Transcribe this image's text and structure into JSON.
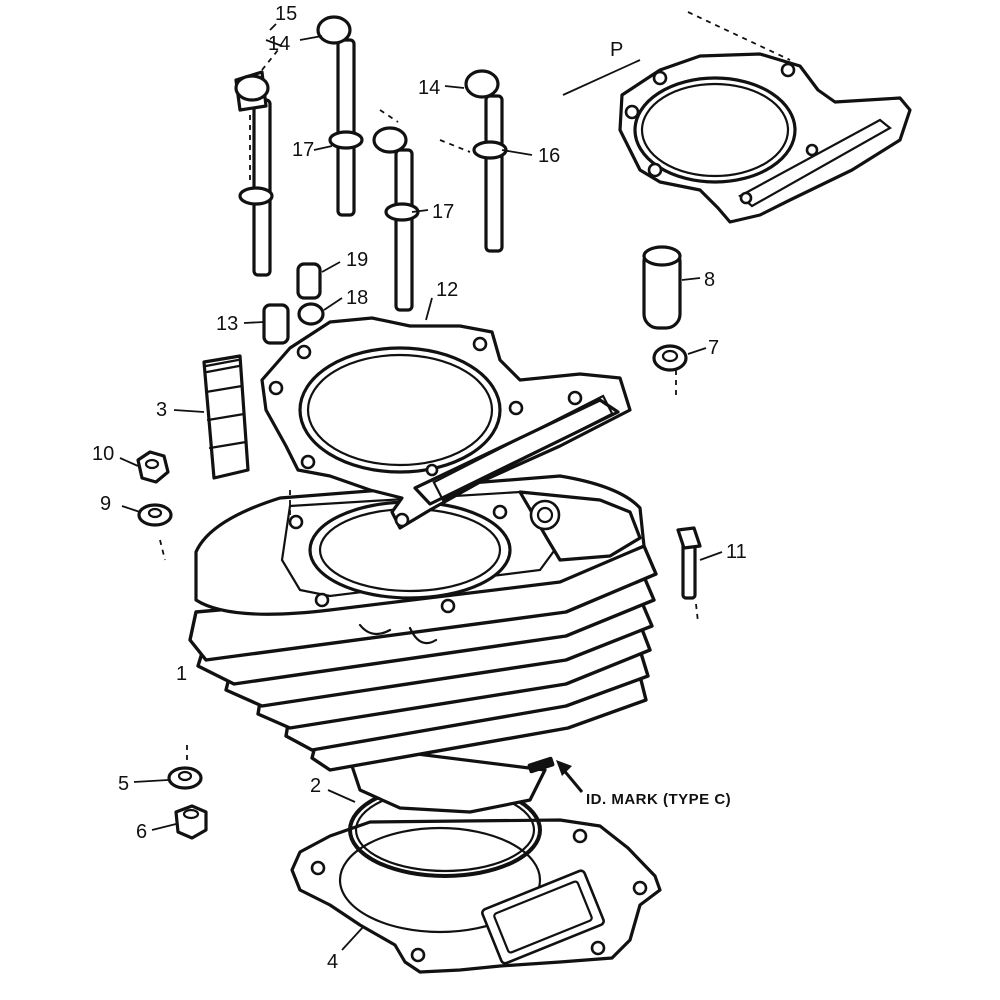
{
  "callouts": {
    "c1": "1",
    "c2": "2",
    "c3": "3",
    "c4": "4",
    "c5": "5",
    "c6": "6",
    "c7": "7",
    "c8": "8",
    "c9": "9",
    "c10": "10",
    "c11": "11",
    "c12": "12",
    "c13": "13",
    "c14a": "14",
    "c14b": "14",
    "c15": "15",
    "c16": "16",
    "c17a": "17",
    "c17b": "17",
    "c18": "18",
    "c19": "19",
    "cP": "P"
  },
  "annotation": {
    "id_mark": "ID. MARK (TYPE C)"
  },
  "colors": {
    "ink": "#111111",
    "paper": "#ffffff"
  }
}
